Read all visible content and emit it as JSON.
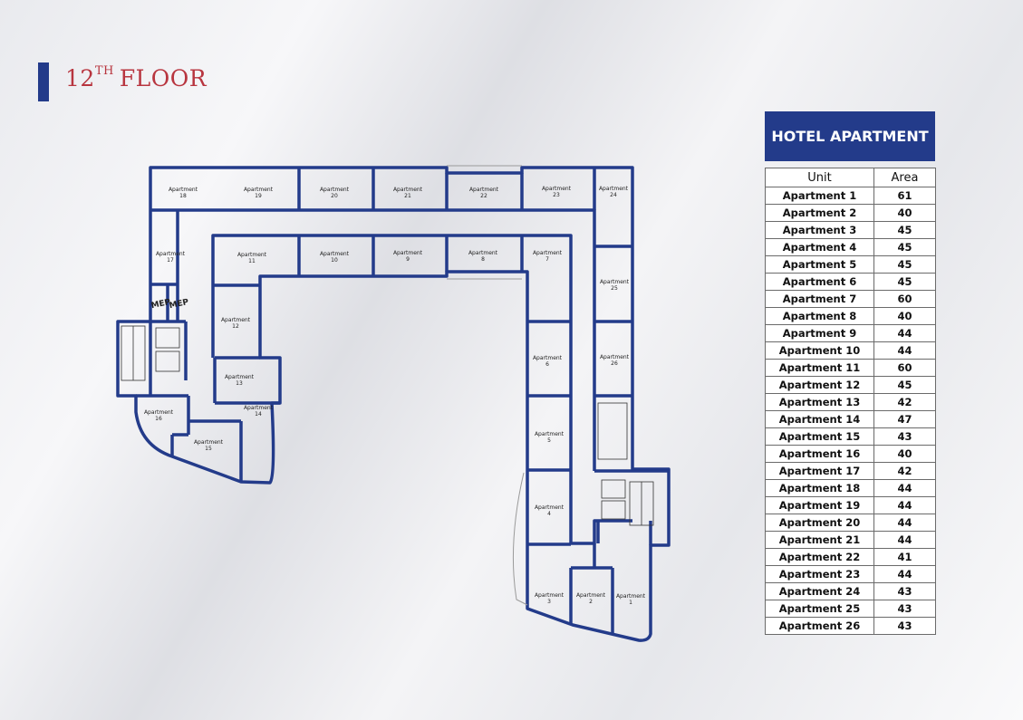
{
  "title": {
    "number": "12",
    "suffix": "TH",
    "word": "FLOOR"
  },
  "legend": {
    "heading": "HOTEL APARTMENT",
    "col_unit": "Unit",
    "col_area": "Area",
    "rows": [
      {
        "unit": "Apartment 1",
        "area": "61"
      },
      {
        "unit": "Apartment 2",
        "area": "40"
      },
      {
        "unit": "Apartment 3",
        "area": "45"
      },
      {
        "unit": "Apartment 4",
        "area": "45"
      },
      {
        "unit": "Apartment 5",
        "area": "45"
      },
      {
        "unit": "Apartment 6",
        "area": "45"
      },
      {
        "unit": "Apartment 7",
        "area": "60"
      },
      {
        "unit": "Apartment 8",
        "area": "40"
      },
      {
        "unit": "Apartment 9",
        "area": "44"
      },
      {
        "unit": "Apartment 10",
        "area": "44"
      },
      {
        "unit": "Apartment 11",
        "area": "60"
      },
      {
        "unit": "Apartment 12",
        "area": "45"
      },
      {
        "unit": "Apartment 13",
        "area": "42"
      },
      {
        "unit": "Apartment 14",
        "area": "47"
      },
      {
        "unit": "Apartment 15",
        "area": "43"
      },
      {
        "unit": "Apartment 16",
        "area": "40"
      },
      {
        "unit": "Apartment 17",
        "area": "42"
      },
      {
        "unit": "Apartment 18",
        "area": "44"
      },
      {
        "unit": "Apartment 19",
        "area": "44"
      },
      {
        "unit": "Apartment 20",
        "area": "44"
      },
      {
        "unit": "Apartment 21",
        "area": "44"
      },
      {
        "unit": "Apartment 22",
        "area": "41"
      },
      {
        "unit": "Apartment 23",
        "area": "44"
      },
      {
        "unit": "Apartment 24",
        "area": "43"
      },
      {
        "unit": "Apartment 25",
        "area": "43"
      },
      {
        "unit": "Apartment 26",
        "area": "43"
      }
    ]
  },
  "plan": {
    "apartment_word": "Apartment",
    "mep_label": "MEP",
    "wall_color": "#233b8a",
    "rooms": [
      "1",
      "2",
      "3",
      "4",
      "5",
      "6",
      "7",
      "8",
      "9",
      "10",
      "11",
      "12",
      "13",
      "14",
      "15",
      "16",
      "17",
      "18",
      "19",
      "20",
      "21",
      "22",
      "23",
      "24",
      "25",
      "26"
    ]
  }
}
